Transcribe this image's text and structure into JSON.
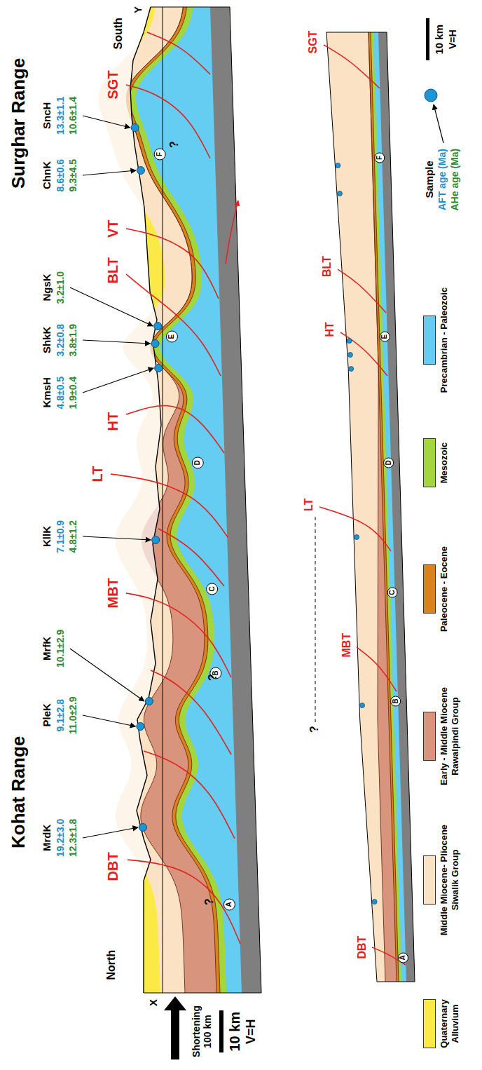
{
  "diagram": {
    "labels": [
      "Kohat Range",
      "Surghar Range",
      "North",
      "South",
      "X",
      "Y",
      "MrdK",
      "19.2±3.0",
      "12.3±1.8",
      "PleK",
      "9.1±2.8",
      "11.0±2.9",
      "MrfK",
      "10.1±2.9",
      "KllK",
      "7.1±0.9",
      "4.8±1.2",
      "KmsH",
      "4.8±0.5",
      "1.9±0.4",
      "ShkK",
      "3.2±0.8",
      "3.8±1.9",
      "NgsK",
      "3.2±1.0",
      "ChnK",
      "8.6±0.6",
      "9.3±4.5",
      "SncH",
      "13.3±1.1",
      "10.6±1.4",
      "DBT",
      "MBT",
      "LT",
      "HT",
      "BLT",
      "VT",
      "SGT",
      "A",
      "B",
      "C",
      "D",
      "E",
      "F",
      "?",
      "?",
      "?",
      "Shortening 100 km",
      "10 km",
      "V=H",
      "SGT",
      "BLT",
      "HT",
      "LT",
      "MBT",
      "DBT",
      "A",
      "B",
      "C",
      "D",
      "E",
      "F",
      "?",
      "10 km",
      "V=H"
    ],
    "legend": [
      {
        "text": "Quaternary Alluvium",
        "color": "#fbe945"
      },
      {
        "text": "Middle Miocene- Pliocene Siwalik Group",
        "color": "#fbe2c4"
      },
      {
        "text": "Early - Middle Miocene Rawalpindi Group",
        "color": "#d9947e"
      },
      {
        "text": "Paleocene - Eocene",
        "color": "#d9831a"
      },
      {
        "text": "Mesozoic",
        "color": "#a3d63a"
      },
      {
        "text": "Precambrian - Paleozoic",
        "color": "#66cdf2"
      },
      {
        "text": "Sample"
      },
      {
        "text": "AFT age (Ma)"
      },
      {
        "text": "AHe age (Ma)"
      }
    ]
  }
}
